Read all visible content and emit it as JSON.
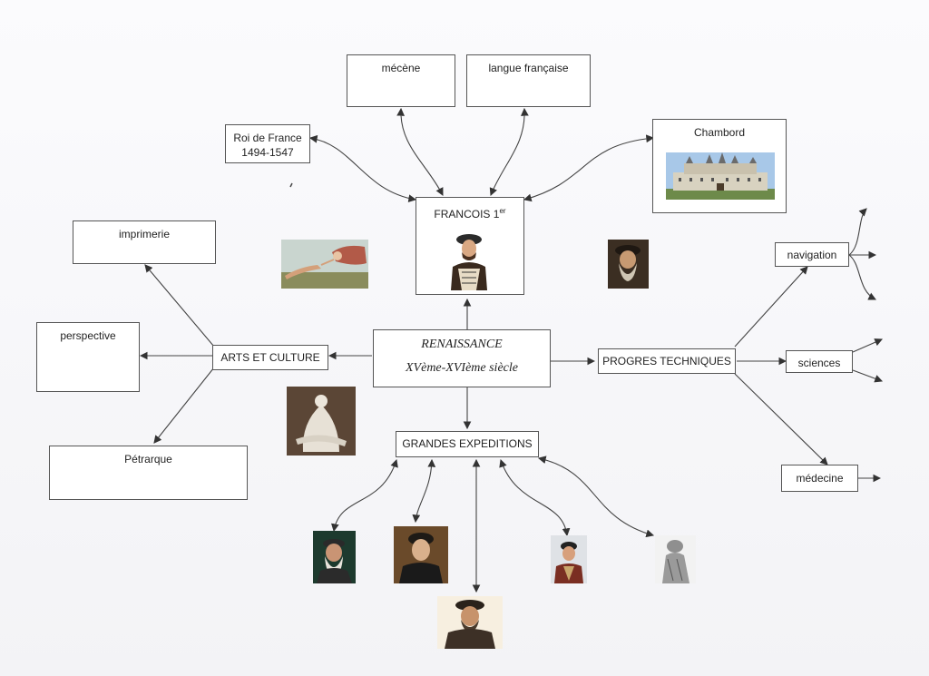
{
  "center": {
    "line1": "RENAISSANCE",
    "line2": "XVème-XVIème siècle"
  },
  "francois": {
    "name": "FRANCOIS 1",
    "sup": "er"
  },
  "roi": {
    "line1": "Roi de France",
    "line2": "1494-1547"
  },
  "mecene": "mécène",
  "langue": "langue française",
  "chambord": "Chambord",
  "arts": "ARTS ET CULTURE",
  "imprimerie": "imprimerie",
  "perspective": "perspective",
  "petrarque": "Pétrarque",
  "progres": "PROGRES TECHNIQUES",
  "navigation": "navigation",
  "sciences": "sciences",
  "medecine": "médecine",
  "expeditions": "GRANDES EXPEDITIONS",
  "images": [
    "chateau-chambord",
    "portrait-francois-1er",
    "creation-adam-fresco",
    "leonard-de-vinci-portrait",
    "pieta-sculpture",
    "explorer-portrait-1",
    "explorer-portrait-2",
    "explorer-portrait-3",
    "explorer-portrait-4",
    "explorer-engraving-5"
  ]
}
